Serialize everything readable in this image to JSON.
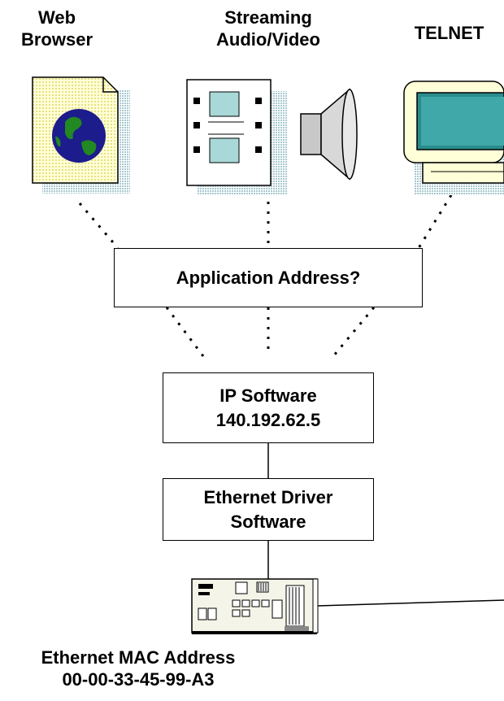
{
  "apps": [
    {
      "line1": "Web",
      "line2": "Browser",
      "icon": "globe-document-icon"
    },
    {
      "line1": "Streaming",
      "line2": "Audio/Video",
      "icon": "film-speaker-icon"
    },
    {
      "line1": "TELNET",
      "icon": "terminal-monitor-icon"
    }
  ],
  "application_box": {
    "label": "Application Address?"
  },
  "ip_box": {
    "line1": "IP Software",
    "line2": "140.192.62.5"
  },
  "driver_box": {
    "line1": "Ethernet Driver",
    "line2": "Software"
  },
  "nic": {
    "icon": "network-card-icon"
  },
  "mac": {
    "line1": "Ethernet MAC Address",
    "line2": "00-00-33-45-99-A3"
  }
}
